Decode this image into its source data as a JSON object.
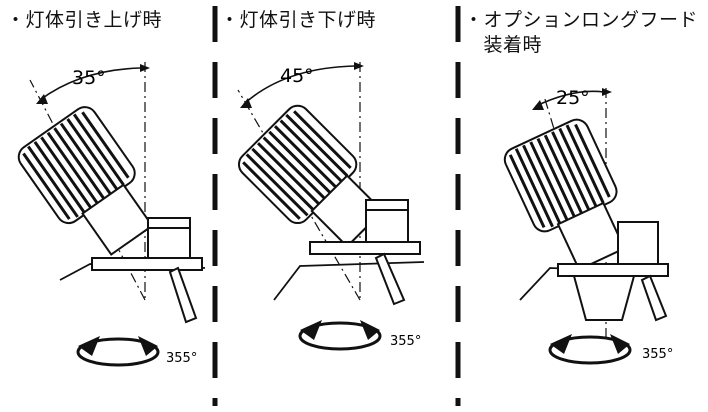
{
  "panels": [
    {
      "caption": "・灯体引き上げ時",
      "angle_label": "35°",
      "rotation_label": "355°"
    },
    {
      "caption": "・灯体引き下げ時",
      "angle_label": "45°",
      "rotation_label": "355°"
    },
    {
      "caption": "・オプションロングフード\n　装着時",
      "angle_label": "25°",
      "rotation_label": "355°"
    }
  ],
  "colors": {
    "ink": "#111111",
    "paper": "#ffffff"
  }
}
